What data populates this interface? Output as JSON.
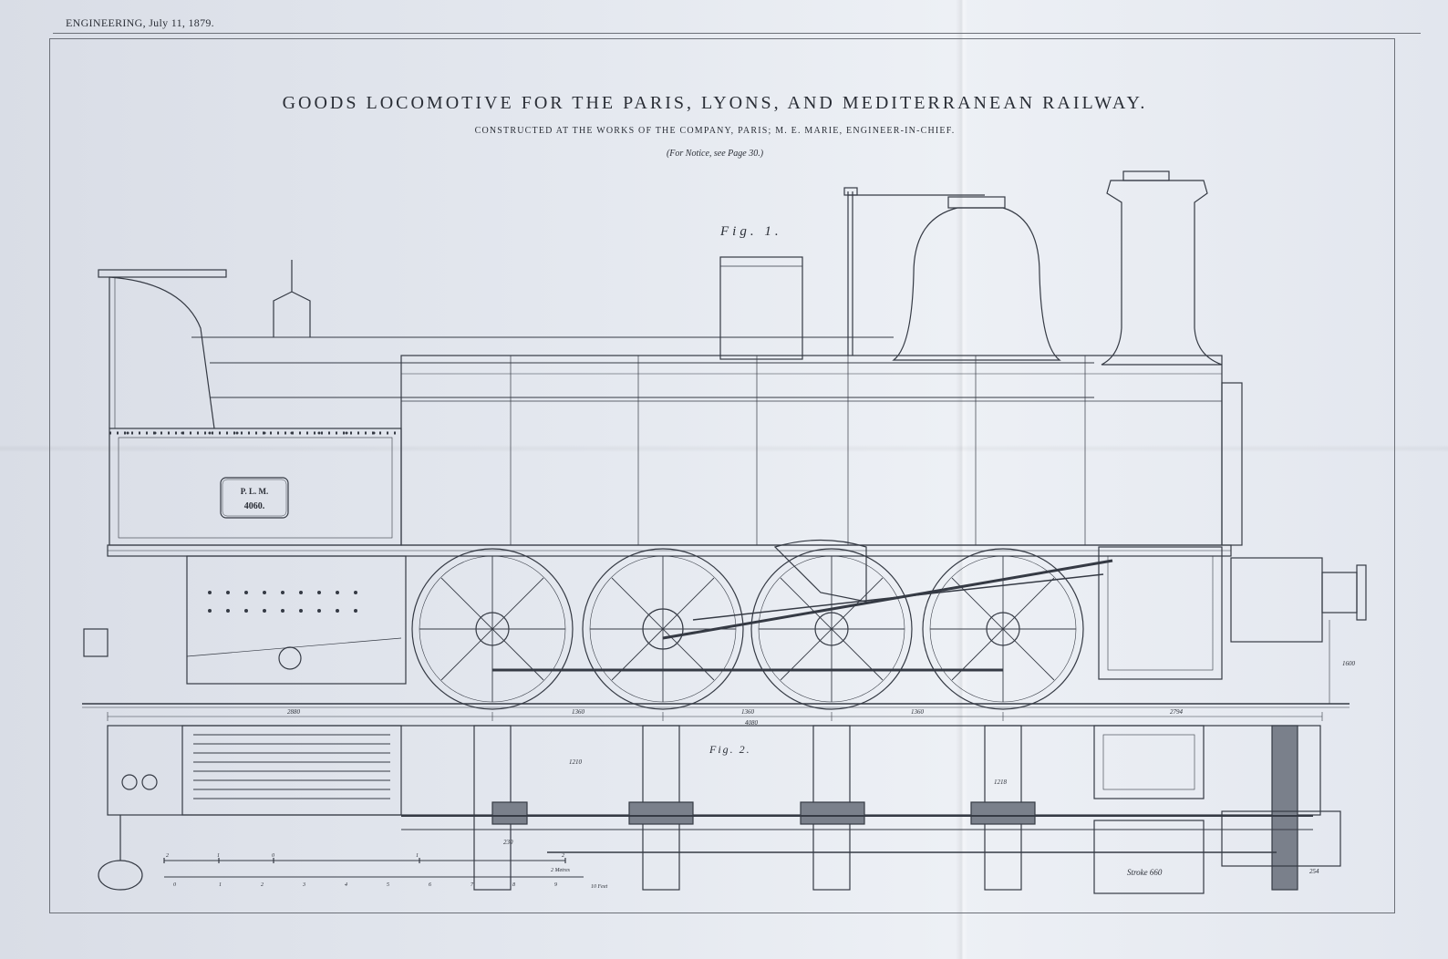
{
  "header": {
    "journal": "ENGINEERING, July 11, 1879."
  },
  "title": "GOODS LOCOMOTIVE FOR THE PARIS, LYONS, AND MEDITERRANEAN RAILWAY.",
  "subtitle": "CONSTRUCTED AT THE WORKS OF THE COMPANY, PARIS; M. E. MARIE, ENGINEER-IN-CHIEF.",
  "notice": "(For Notice, see Page 30.)",
  "figures": {
    "fig1_label": "Fig. 1.",
    "fig2_label": "Fig. 2."
  },
  "number_plate": {
    "line1": "P. L. M.",
    "line2": "4060."
  },
  "dimensions": {
    "d1": "2880",
    "d2": "1360",
    "d3": "1360",
    "d4": "1360",
    "d5": "2794",
    "total": "4080",
    "height": "1600",
    "plan_a": "1210",
    "plan_b": "1218",
    "plan_c": "230",
    "plan_d": "254",
    "stroke": "Stroke 660"
  },
  "scale": {
    "metres_label": "2 Metres",
    "feet_label": "10 Feet",
    "ticks_top": [
      "2",
      "1",
      "0",
      "1",
      "2"
    ],
    "ticks_bottom": [
      "0",
      "1",
      "2",
      "3",
      "4",
      "5",
      "6",
      "7",
      "8",
      "9"
    ]
  },
  "colors": {
    "ink": "#353a44",
    "paper": "#e6e9f0",
    "fill_dark": "#7a808b"
  }
}
